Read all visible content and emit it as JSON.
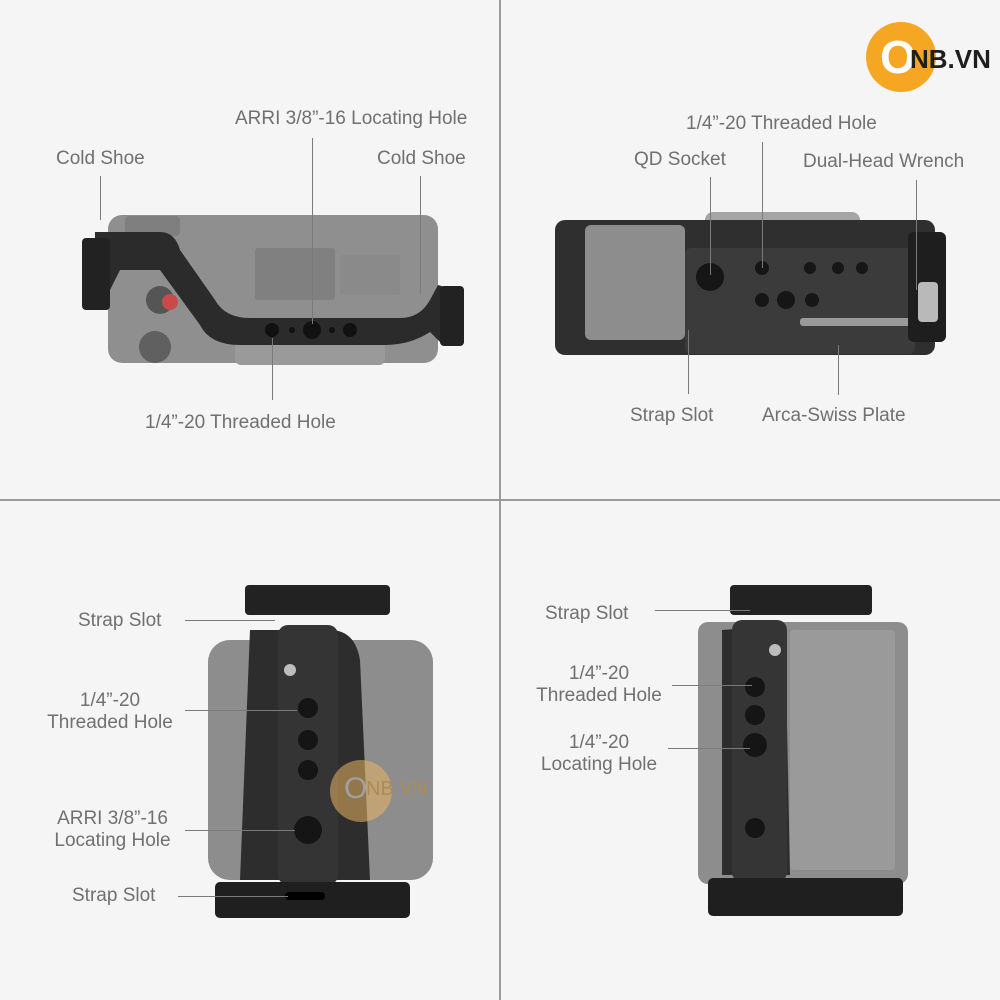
{
  "brand": {
    "logo_letter": "O",
    "logo_text": "NB.VN",
    "accent": "#f5a623"
  },
  "watermark": {
    "letter": "O",
    "text": "NB.VN"
  },
  "panels": {
    "top_left": {
      "labels": {
        "cold_shoe_left": "Cold Shoe",
        "arri_hole": "ARRI 3/8”-16 Locating Hole",
        "cold_shoe_right": "Cold Shoe",
        "threaded_hole": "1/4”-20 Threaded Hole"
      }
    },
    "top_right": {
      "labels": {
        "threaded_hole": "1/4”-20 Threaded Hole",
        "qd_socket": "QD Socket",
        "wrench": "Dual-Head Wrench",
        "strap_slot": "Strap Slot",
        "arca_plate": "Arca-Swiss Plate"
      }
    },
    "bottom_left": {
      "labels": {
        "strap_slot_top": "Strap Slot",
        "threaded_line1": "1/4”-20",
        "threaded_line2": "Threaded Hole",
        "arri_line1": "ARRI 3/8”-16",
        "arri_line2": "Locating Hole",
        "strap_slot_bottom": "Strap Slot"
      }
    },
    "bottom_right": {
      "labels": {
        "strap_slot": "Strap Slot",
        "threaded_line1": "1/4”-20",
        "threaded_line2": "Threaded Hole",
        "locating_line1": "1/4”-20",
        "locating_line2": "Locating Hole"
      }
    }
  }
}
